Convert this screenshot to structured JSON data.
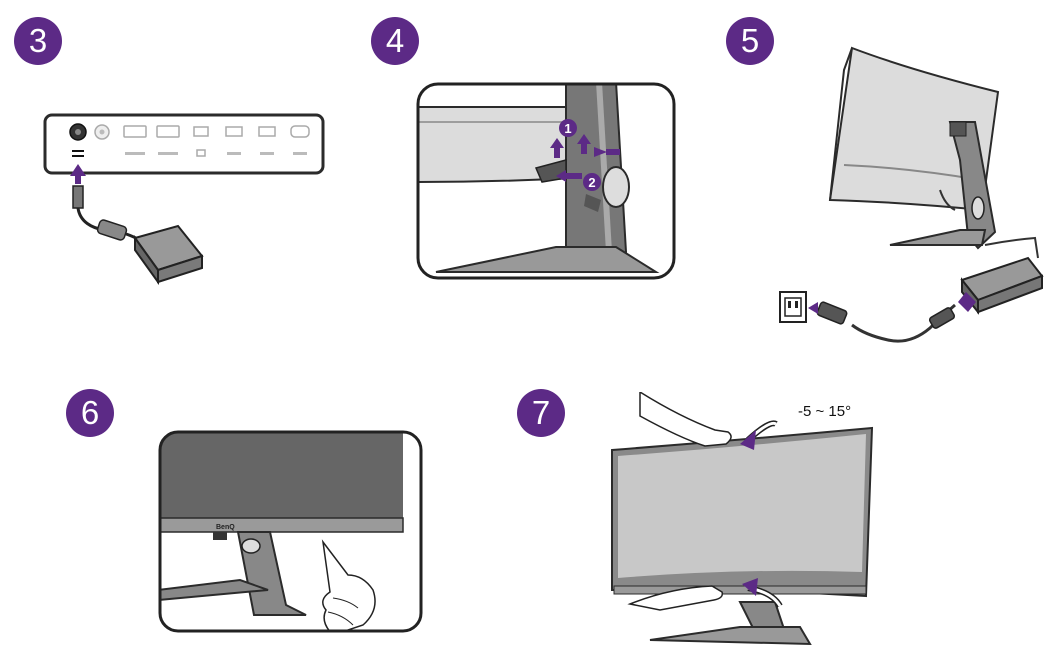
{
  "colors": {
    "badge": "#5c2a86",
    "badge_text": "#ffffff",
    "outline": "#2b2b2b",
    "monitor_dark": "#555555",
    "monitor_light": "#dcdcdc",
    "arrow": "#5c2a86"
  },
  "steps": [
    {
      "number": "3",
      "description": "power-adapter-to-dc-in-port"
    },
    {
      "number": "4",
      "description": "attach-cable-cover-to-stand"
    },
    {
      "number": "5",
      "description": "connect-power-cord-to-outlet"
    },
    {
      "number": "6",
      "description": "press-power-button"
    },
    {
      "number": "7",
      "description": "adjust-tilt-angle"
    }
  ],
  "step4": {
    "callout_1": "1",
    "callout_2": "2"
  },
  "step6": {
    "brand_label": "BenQ"
  },
  "step7": {
    "tilt_range": "-5 ~ 15°"
  },
  "icons": [
    "dc-in-port-icon",
    "power-adapter-icon",
    "hdmi-port-icon",
    "usb-port-icon",
    "up-arrow-icon",
    "press-hand-icon",
    "wall-outlet-icon",
    "tilt-arrow-icon"
  ]
}
